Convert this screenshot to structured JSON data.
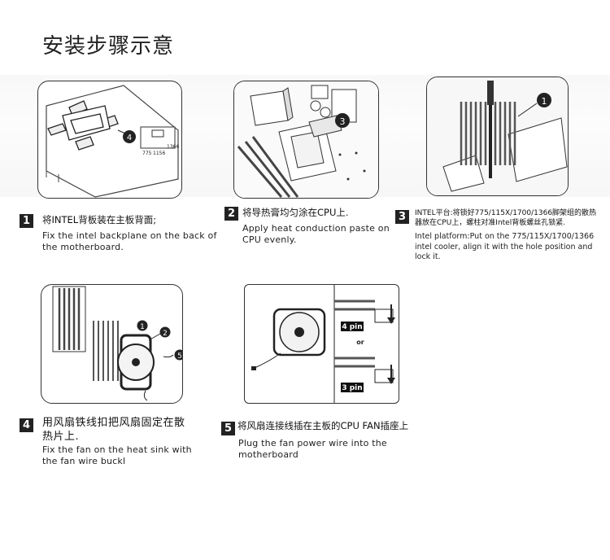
{
  "title": "安装步骤示意",
  "steps": [
    {
      "num": "1",
      "cn": "将INTEL背板装在主板背面;",
      "en": "Fix the intel backplane on the back of the motherboard.",
      "callout": "4",
      "socket_labels": [
        "775",
        "1156",
        "1366"
      ]
    },
    {
      "num": "2",
      "cn": "将导热膏均匀涂在CPU上.",
      "en": "Apply heat conduction paste on CPU evenly.",
      "callout": "3"
    },
    {
      "num": "3",
      "cn": "INTEL平台:将锁好775/115X/1700/1366脚架组的散热器放在CPU上，螺柱对准Intel背板螺丝孔锁紧.",
      "en": "Intel platform:Put on the 775/115X/1700/1366 intel cooler, align it with the hole position and lock it.",
      "callout": "1"
    },
    {
      "num": "4",
      "cn": "用风扇铁线扣把风扇固定在散热片上.",
      "en": "Fix the fan on the heat sink with the fan wire buckl",
      "callouts": [
        "1",
        "2",
        "5"
      ]
    },
    {
      "num": "5",
      "cn": "将风扇连接线插在主板的CPU FAN插座上",
      "en": "Plug the fan power wire into the motherboard",
      "pin_labels": [
        "4 pin",
        "or",
        "3 pin"
      ]
    }
  ]
}
